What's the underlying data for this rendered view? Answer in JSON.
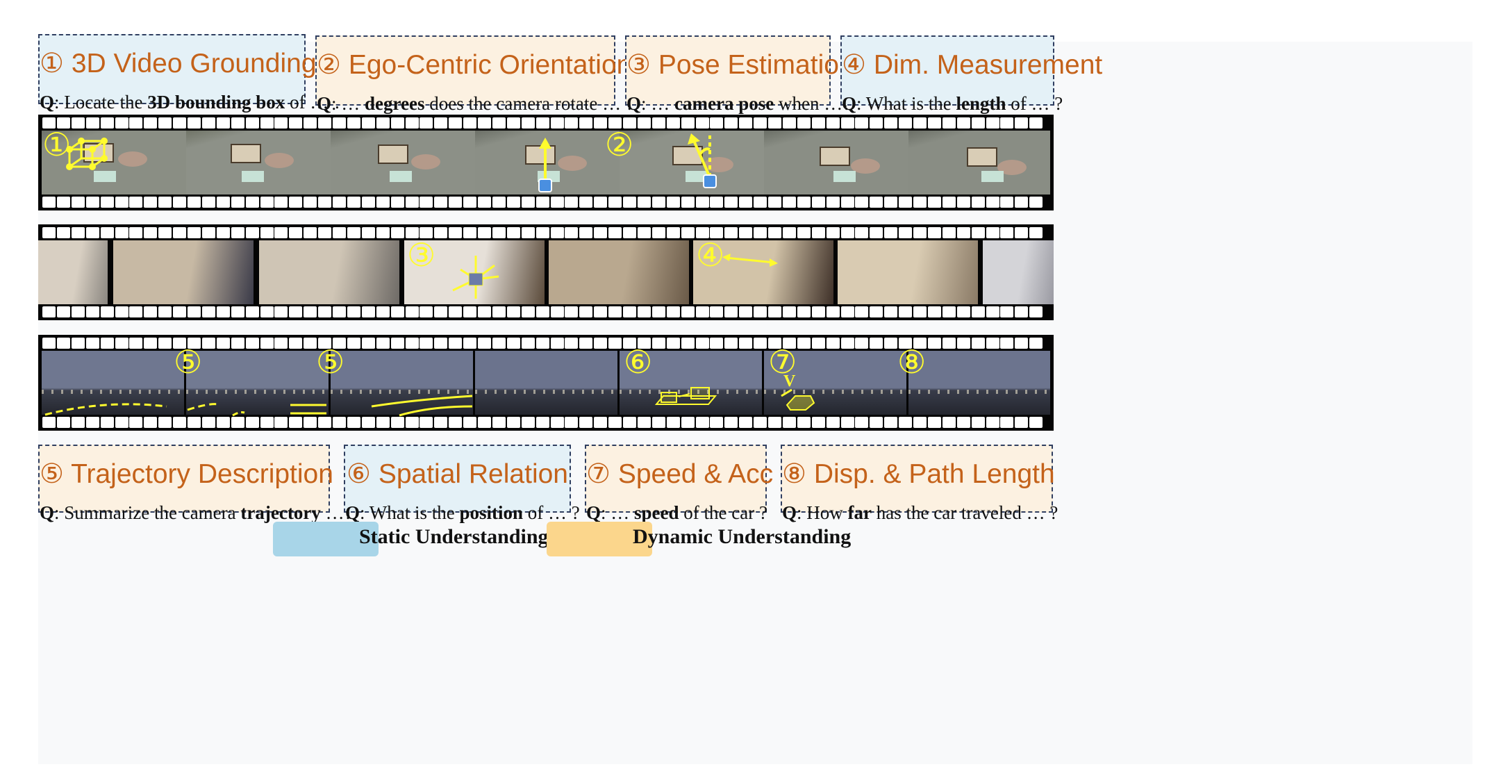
{
  "tasks_top": [
    {
      "num": "①",
      "name": "3D Video Grounding",
      "q_pre": "Q",
      "q_a": ": Locate the ",
      "q_bold": "3D bounding box",
      "q_b": " of  … ?"
    },
    {
      "num": "②",
      "name": "Ego-Centric Orientation",
      "q_pre": "Q",
      "q_a": ": … ",
      "q_bold": "degrees",
      "q_b": " does the camera rotate … ?"
    },
    {
      "num": "③",
      "name": "Pose Estimation",
      "q_pre": "Q",
      "q_a": ": … ",
      "q_bold": "camera pose",
      "q_b": " when …?"
    },
    {
      "num": "④",
      "name": "Dim. Measurement",
      "q_pre": "Q",
      "q_a": ":  What is the ",
      "q_bold": "length",
      "q_b": " of … ?"
    }
  ],
  "tasks_bottom": [
    {
      "num": "⑤",
      "name": "Trajectory Description",
      "q_pre": "Q",
      "q_a": ": Summarize the camera ",
      "q_bold": "trajectory",
      "q_b": " …?"
    },
    {
      "num": "⑥",
      "name": "Spatial Relation",
      "q_pre": "Q",
      "q_a": ": What is the ",
      "q_bold": "position",
      "q_b": " of … ?"
    },
    {
      "num": "⑦",
      "name": "Speed & Acc",
      "q_pre": "Q",
      "q_a": ": … ",
      "q_bold": "speed",
      "q_b": " of the car ?"
    },
    {
      "num": "⑧",
      "name": "Disp. & Path Length",
      "q_pre": "Q",
      "q_a": ":  How ",
      "q_bold": "far",
      "q_b": " has the car traveled … ?"
    }
  ],
  "film_markers": {
    "strip1": [
      "①",
      "②"
    ],
    "strip2": [
      "③",
      "④"
    ],
    "strip3": [
      "⑤",
      "⑤",
      "⑥",
      "⑦",
      "⑧"
    ],
    "velocity_label": "V"
  },
  "legend": [
    {
      "label": "Static Understanding",
      "color": "#a8d5e8"
    },
    {
      "label": "Dynamic Understanding",
      "color": "#fbd68c"
    }
  ],
  "colors": {
    "static_card": "#e4f1f7",
    "dynamic_card": "#fcf1e1",
    "title": "#c4621a",
    "annotation": "#fffb2e"
  }
}
